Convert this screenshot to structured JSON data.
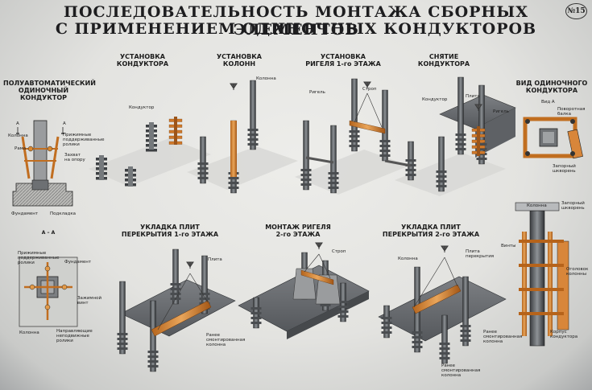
{
  "poster": {
    "title_line1": "ПОСЛЕДОВАТЕЛЬНОСТЬ МОНТАЖА СБОРНЫХ ЭЛЕМЕНТОВ",
    "title_line2": "С ПРИМЕНЕНИЕМ ОДИНОЧНЫХ КОНДУКТОРОВ",
    "number_badge": "№15"
  },
  "headings": {
    "conductor_detail": "ПОЛУАВТОМАТИЧЕСКИЙ\nОДИНОЧНЫЙ\nКОНДУКТОР",
    "step_install_conductor": "УСТАНОВКА\nКОНДУКТОРА",
    "step_install_columns": "УСТАНОВКА\nКОЛОНН",
    "step_install_girder1": "УСТАНОВКА\nРИГЕЛЯ 1-го ЭТАЖА",
    "step_remove": "СНЯТИЕ\nКОНДУКТОРА",
    "top_view": "ВИД ОДИНОЧНОГО\nКОНДУКТОРА",
    "step_slabs1": "УКЛАДКА ПЛИТ\nПЕРЕКРЫТИЯ 1-го ЭТАЖА",
    "step_girder2": "МОНТАЖ РИГЕЛЯ\n2-го ЭТАЖА",
    "step_slabs2": "УКЛАДКА ПЛИТ\nПЕРЕКРЫТИЯ 2-го ЭТАЖА",
    "section_aa": "А – А"
  },
  "labels": {
    "kolonna": "Колонна",
    "rama": "Рама",
    "prizhimnye": "Прижимные\nподдерживанные\nролики",
    "zakhvat": "Захват\nна опору",
    "fundament": "Фундамент",
    "podkladka": "Подкладка",
    "a_mark": "А",
    "konduktor": "Кондуктор",
    "rigel": "Ригель",
    "strop": "Строп",
    "plita": "Плита",
    "vid_a": "Вид А",
    "povorotnaya": "Поворотная\nбалка",
    "zapornyi": "Запорный\nшкворень",
    "zazhimnoi": "Зажимной\nвинт",
    "napravlyayushchie": "Направляющие\nнеподвижные\nролики",
    "prizhimnye2": "Прижимные\nподдерживанные\nролики",
    "plita_perekrytiya": "Плита\nперекрытия",
    "ranee": "Ранее\nсмонтированная\nколонна",
    "vinty": "Винты",
    "ogolovok": "Оголовок\nколонны",
    "korpus": "Корпус\nкондуктора"
  }
}
